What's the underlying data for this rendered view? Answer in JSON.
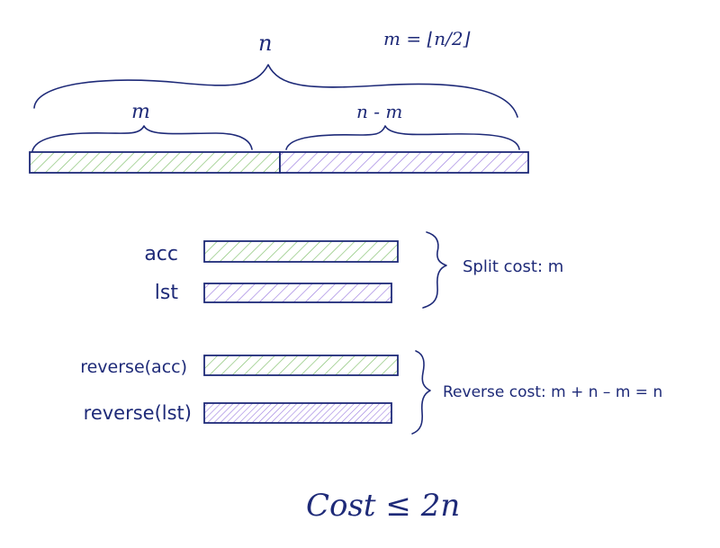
{
  "colors": {
    "ink": "#1e2a78",
    "green_hatch": "#7fbf6a",
    "purple_hatch": "#9a7be0"
  },
  "top": {
    "n_label": "n",
    "m_label": "m",
    "n_minus_m_label": "n - m",
    "m_definition": "m = ⌊n/2⌋"
  },
  "rows": {
    "acc_label": "acc",
    "lst_label": "lst",
    "reverse_acc_label": "reverse(acc)",
    "reverse_lst_label": "reverse(lst)"
  },
  "costs": {
    "split_cost": "Split cost: m",
    "reverse_cost": "Reverse cost: m + n – m = n",
    "total_cost": "Cost ≤ 2n"
  }
}
